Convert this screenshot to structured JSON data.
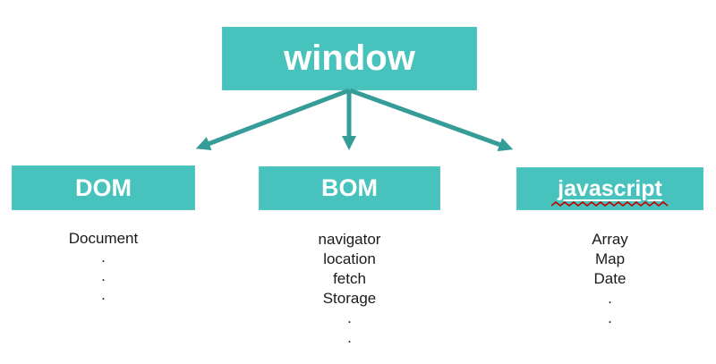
{
  "diagram": {
    "root": {
      "label": "window"
    },
    "children": [
      {
        "label": "DOM",
        "items": [
          "Document",
          ".",
          ".",
          "."
        ]
      },
      {
        "label": "BOM",
        "items": [
          "navigator",
          "location",
          "fetch",
          "Storage",
          ".",
          "."
        ]
      },
      {
        "label": "javascript",
        "underlined": true,
        "spellcheck_squiggle": true,
        "items": [
          "Array",
          "Map",
          "Date",
          ".",
          "."
        ]
      }
    ],
    "colors": {
      "box_fill": "#48C2BD",
      "box_border": "#53C7C2",
      "arrow": "#369C98",
      "text_on_box": "#FFFFFF",
      "list_text": "#1A1A1A",
      "squiggle": "#C00000"
    }
  }
}
